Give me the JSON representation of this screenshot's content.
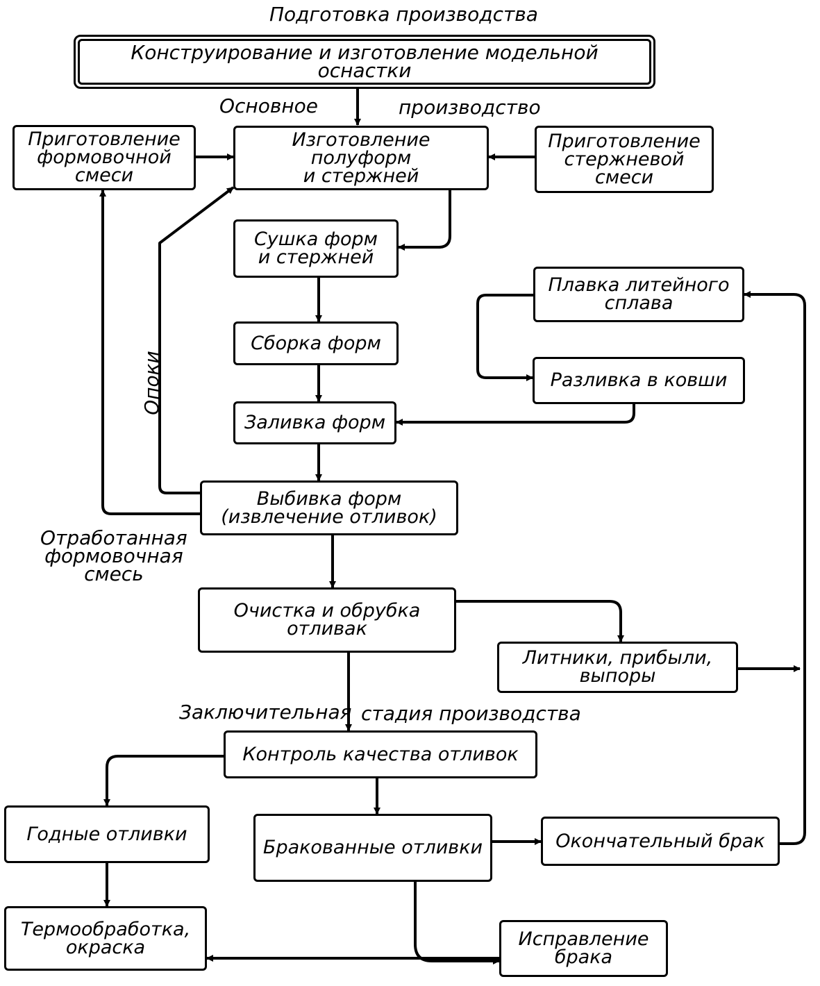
{
  "headings": {
    "preparation": "Подготовка производства",
    "main_left": "Основное",
    "main_right": "производство",
    "final_left": "Заключительная",
    "final_right": "стадия производства"
  },
  "side_labels": {
    "flasks": "Опоки",
    "used_sand": "Отработанная\nформовочная\nсмесь"
  },
  "nodes": {
    "pattern": "Конструирование и изготовление  модельной оснастки",
    "molding_sand": "Приготовление\nформовочной\nсмеси",
    "half_molds": "Изготовление полуформ\nи стержней",
    "core_sand": "Приготовление\nстержневой\nсмеси",
    "drying": "Сушка форм\nи стержней",
    "melting": "Плавка литейного\nсплава",
    "assembly": "Сборка форм",
    "ladle": "Разливка в ковши",
    "pouring": "Заливка форм",
    "knockout": "Выбивка форм\n(извлечение отливок)",
    "cleaning": "Очистка и обрубка\nотливак",
    "gates": "Литники, прибыли,\nвыпоры",
    "quality": "Контроль качества отливок",
    "good": "Годные отливки",
    "defective": "Бракованные отливки",
    "final_scrap": "Окончательный брак",
    "heat_treat": "Термообработка,\nокраска",
    "repair": "Исправление\nбрака"
  },
  "colors": {
    "line": "#000000",
    "background": "#ffffff"
  }
}
